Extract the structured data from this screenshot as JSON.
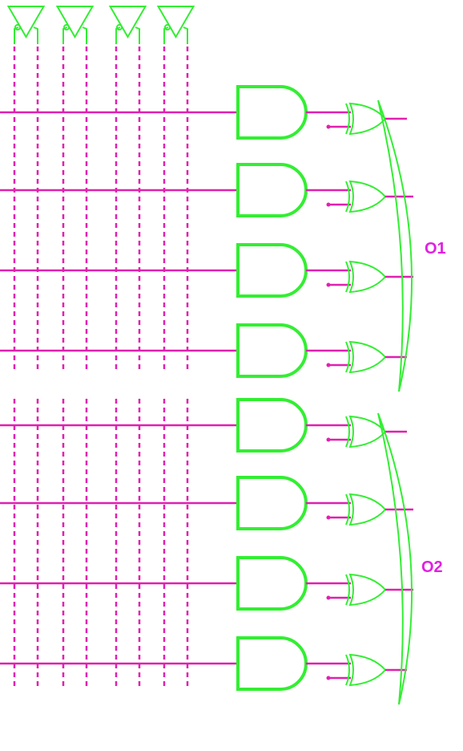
{
  "colors": {
    "wire": "#e020b0",
    "gate": "#33ee33",
    "label": "#e020e0",
    "background": "#ffffff"
  },
  "input_buffers": {
    "count": 4
  },
  "blocks": [
    {
      "output_label": "O1",
      "gate_count": 4
    },
    {
      "output_label": "O2",
      "gate_count": 4
    }
  ]
}
